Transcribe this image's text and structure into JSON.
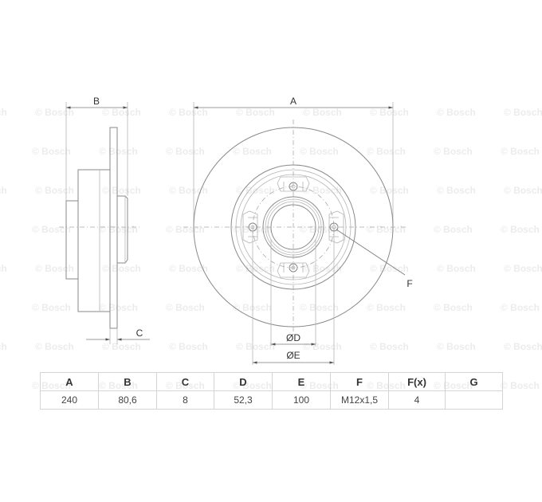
{
  "watermark": {
    "text": "© Bosch",
    "color": "#ececec"
  },
  "drawing": {
    "title": "Brake disc technical drawing",
    "side_view": {
      "dimension_labels": {
        "width": "B",
        "thickness": "C"
      }
    },
    "front_view": {
      "dimension_labels": {
        "outer_diameter": "A",
        "thread": "F",
        "centre_bore": "ØD",
        "pitch_circle": "ØE"
      }
    },
    "line_color": "#8a8a8a"
  },
  "table": {
    "headers": [
      "A",
      "B",
      "C",
      "D",
      "E",
      "F",
      "F(x)",
      "G"
    ],
    "values": [
      "240",
      "80,6",
      "8",
      "52,3",
      "100",
      "M12x1,5",
      "4",
      ""
    ],
    "border_color": "#d4d4d4"
  }
}
